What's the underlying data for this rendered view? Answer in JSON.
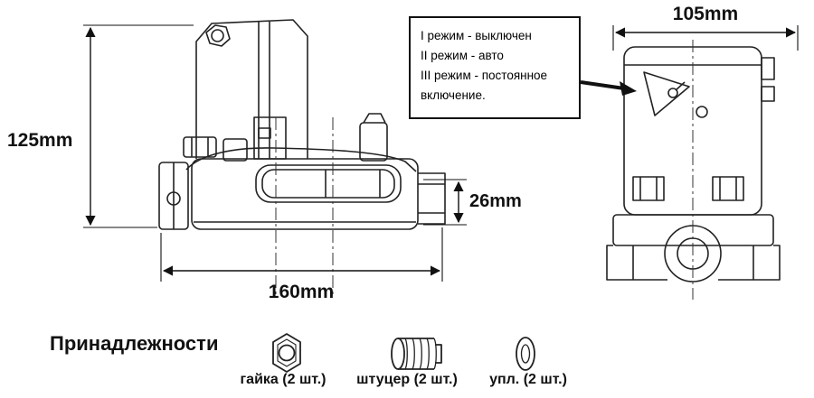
{
  "diagram": {
    "side_view": {
      "height_label": "125mm",
      "width_label": "160mm",
      "outlet_label": "26mm"
    },
    "front_view": {
      "width_label": "105mm"
    },
    "callout": {
      "lines": [
        "I режим - выключен",
        "II режим - авто",
        "III режим - постоянное",
        "включение."
      ]
    }
  },
  "accessories": {
    "title": "Принадлежности",
    "items": [
      {
        "label": "гайка (2 шт.)",
        "icon": "hex-nut-icon"
      },
      {
        "label": "штуцер (2 шт.)",
        "icon": "threaded-fitting-icon"
      },
      {
        "label": "упл. (2 шт.)",
        "icon": "gasket-washer-icon"
      }
    ]
  }
}
